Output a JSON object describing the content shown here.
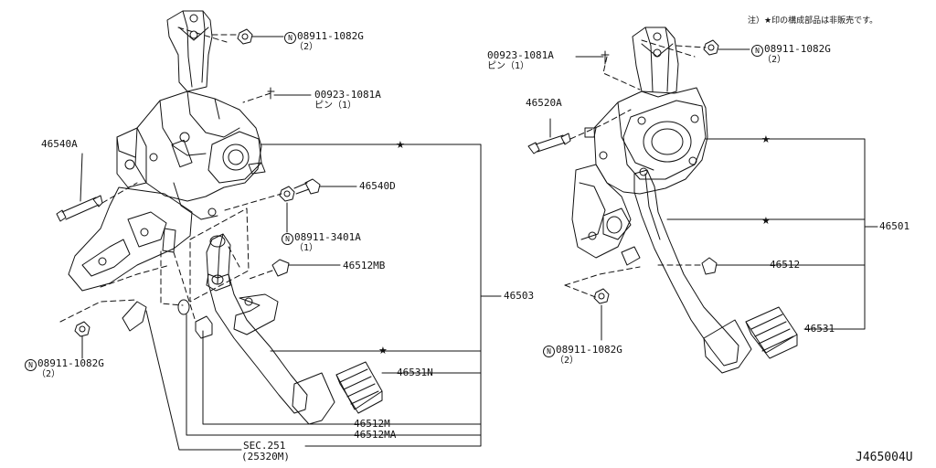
{
  "note": "注）★印の構成部品は非販売です。",
  "diagram_id": "J465004U",
  "star_symbol": "★",
  "circled_n": "N",
  "left": {
    "bolt_46540A": "46540A",
    "nut_top": {
      "part": "08911-1082G",
      "qty": "（2）"
    },
    "pin": {
      "part": "00923-1081A",
      "qty": "ピン（1）"
    },
    "bolt_46540D": "46540D",
    "nut_3401A": {
      "part": "08911-3401A",
      "qty": "（1）"
    },
    "bushing_46512MB": "46512MB",
    "assembly_46503": "46503",
    "pad_46531N": "46531N",
    "bushing_46512M": "46512M",
    "bushing_46512MA": "46512MA",
    "sec": {
      "line1": "SEC.251",
      "line2": "(25320M)"
    },
    "nut_bottom": {
      "part": "08911-1082G",
      "qty": "（2）"
    }
  },
  "right": {
    "pin": {
      "part": "00923-1081A",
      "qty": "ピン（1）"
    },
    "nut_top": {
      "part": "08911-1082G",
      "qty": "（2）"
    },
    "bolt_46520A": "46520A",
    "assembly_46501": "46501",
    "bushing_46512": "46512",
    "pad_46531": "46531",
    "nut_bottom": {
      "part": "08911-1082G",
      "qty": "（2）"
    }
  }
}
